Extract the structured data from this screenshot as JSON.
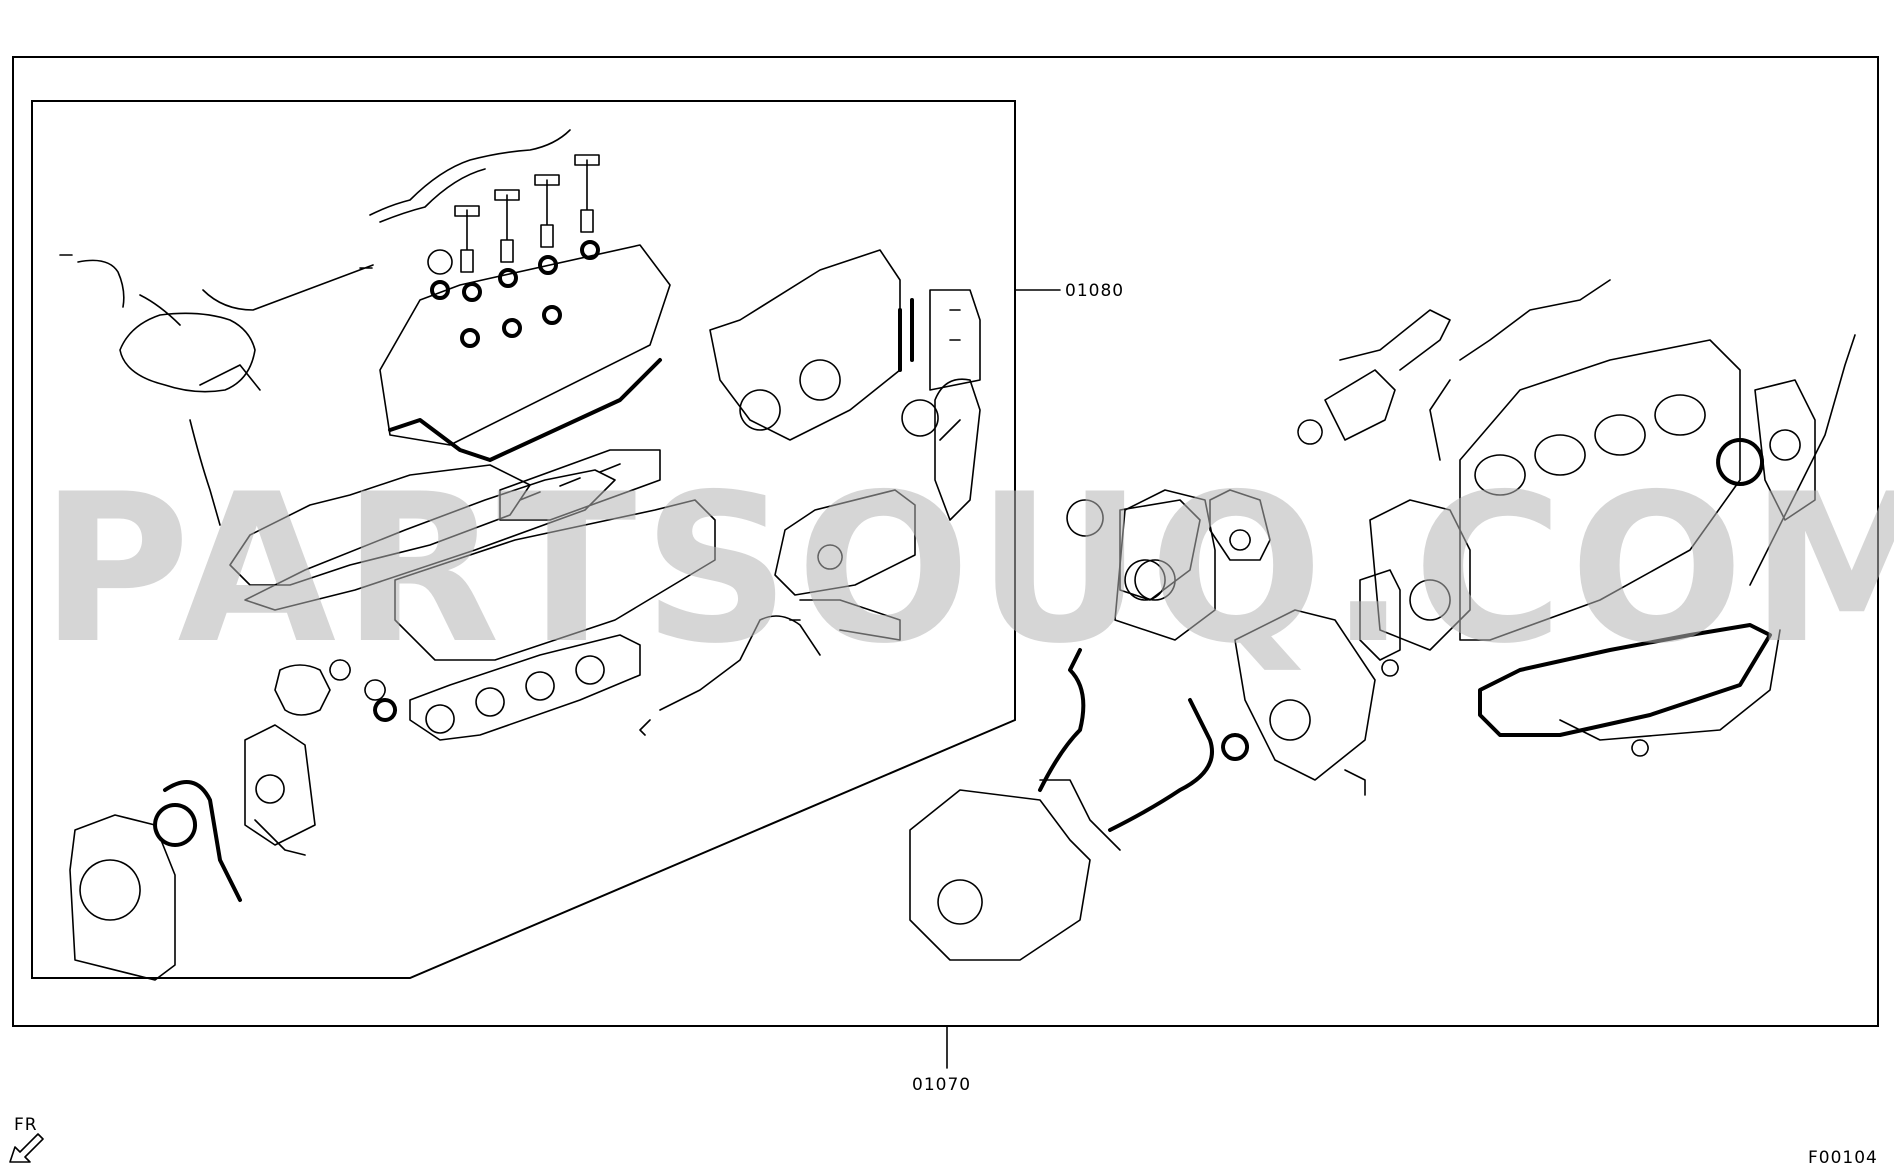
{
  "diagram": {
    "callouts": {
      "subkit_part": "01080",
      "full_kit_part": "01070"
    },
    "direction_marker": "FR",
    "figure_code": "F00104",
    "watermark": "PARTSOUQ.COM"
  }
}
